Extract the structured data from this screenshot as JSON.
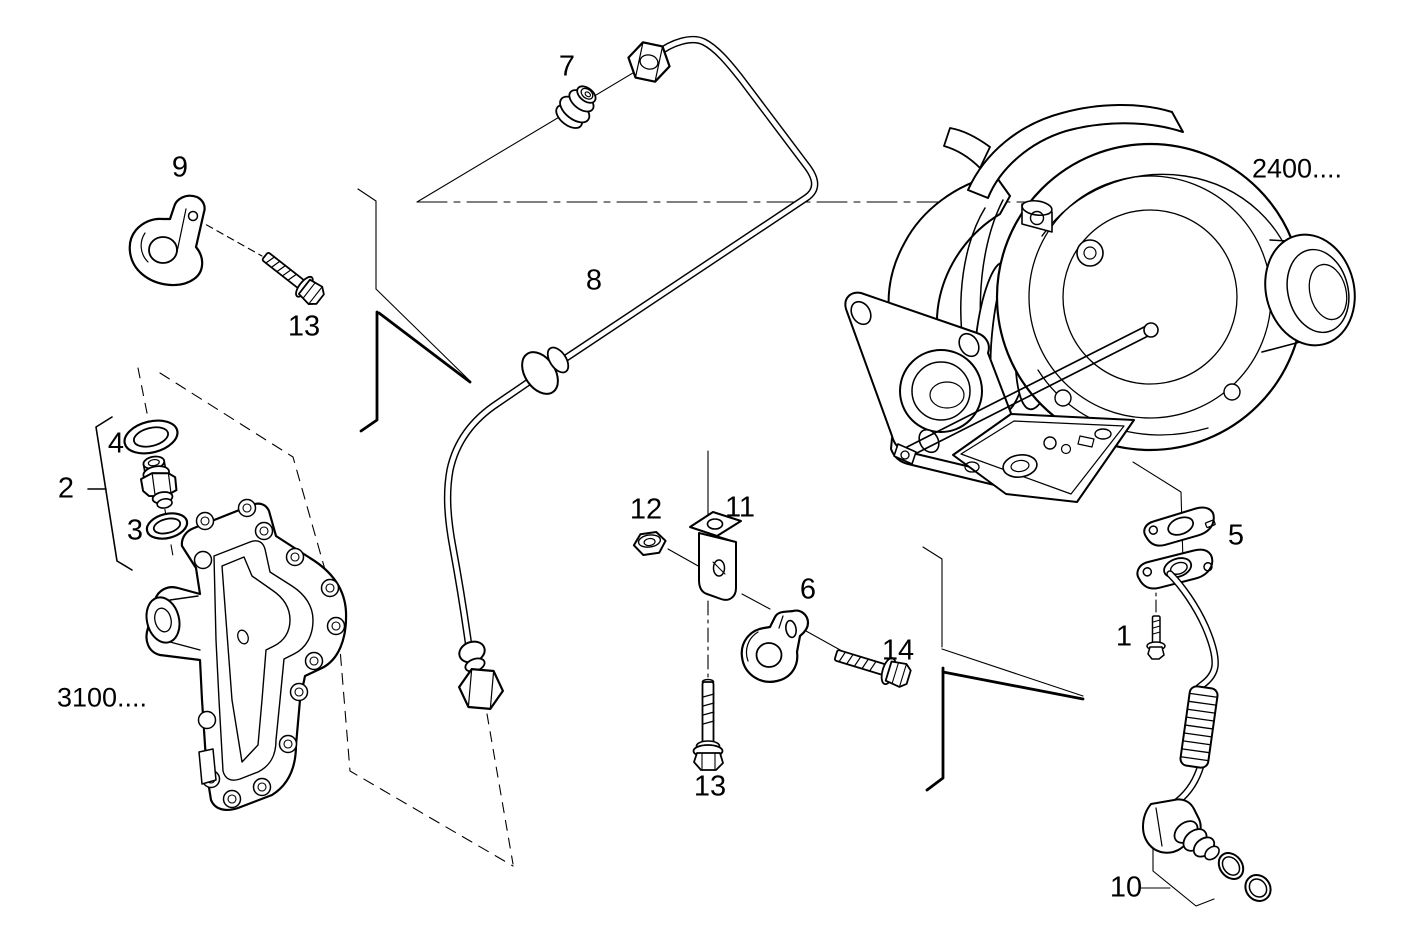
{
  "diagram": {
    "title": "turbocharger-lubrication-exploded-parts-diagram",
    "background": "#ffffff",
    "line_color": "#000000",
    "assembly_codes": {
      "turbocharger": "2400....",
      "oil_cooler": "3100...."
    },
    "callouts": {
      "c1": "1",
      "c2": "2",
      "c3": "3",
      "c4": "4",
      "c5": "5",
      "c6": "6",
      "c7": "7",
      "c8": "8",
      "c9": "9",
      "c10": "10",
      "c11": "11",
      "c12": "12",
      "c13a": "13",
      "c13b": "13",
      "c14": "14"
    },
    "parts": {
      "p1": "bolt",
      "p2": "union-fitting",
      "p3": "seal-ring",
      "p4": "washer",
      "p5": "flange-gaskets",
      "p6": "pipe-clamp",
      "p7": "connector-fitting",
      "p8": "oil-delivery-pipe",
      "p9": "pipe-clamp",
      "p10": "oil-return-pipe",
      "p11": "bracket",
      "p12": "nut",
      "p13": "flanged-bolt",
      "p14": "flanged-bolt",
      "turbo": "turbocharger-2400",
      "cooler": "oil-cooler-3100"
    }
  }
}
